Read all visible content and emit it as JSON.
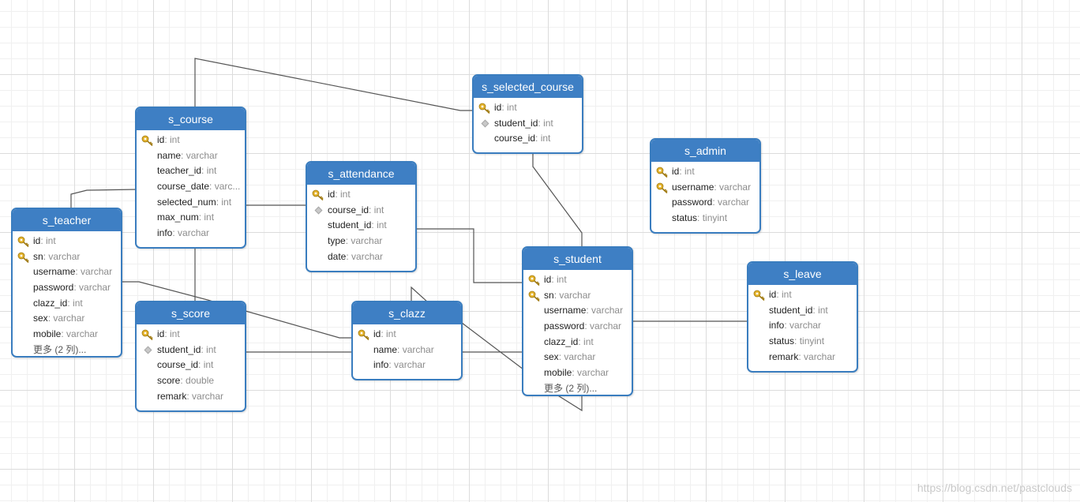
{
  "tables": {
    "s_selected_course": {
      "name": "s_selected_course",
      "columns": [
        {
          "name": "id",
          "type": "int",
          "key": "pk"
        },
        {
          "name": "student_id",
          "type": "int",
          "key": "fk"
        },
        {
          "name": "course_id",
          "type": "int",
          "key": ""
        }
      ]
    },
    "s_course": {
      "name": "s_course",
      "columns": [
        {
          "name": "id",
          "type": "int",
          "key": "pk"
        },
        {
          "name": "name",
          "type": "varchar",
          "key": ""
        },
        {
          "name": "teacher_id",
          "type": "int",
          "key": ""
        },
        {
          "name": "course_date",
          "type": "varc...",
          "key": ""
        },
        {
          "name": "selected_num",
          "type": "int",
          "key": ""
        },
        {
          "name": "max_num",
          "type": "int",
          "key": ""
        },
        {
          "name": "info",
          "type": "varchar",
          "key": ""
        }
      ]
    },
    "s_attendance": {
      "name": "s_attendance",
      "columns": [
        {
          "name": "id",
          "type": "int",
          "key": "pk"
        },
        {
          "name": "course_id",
          "type": "int",
          "key": "fk"
        },
        {
          "name": "student_id",
          "type": "int",
          "key": ""
        },
        {
          "name": "type",
          "type": "varchar",
          "key": ""
        },
        {
          "name": "date",
          "type": "varchar",
          "key": ""
        }
      ]
    },
    "s_admin": {
      "name": "s_admin",
      "columns": [
        {
          "name": "id",
          "type": "int",
          "key": "pk"
        },
        {
          "name": "username",
          "type": "varchar",
          "key": "pk"
        },
        {
          "name": "password",
          "type": "varchar",
          "key": ""
        },
        {
          "name": "status",
          "type": "tinyint",
          "key": ""
        }
      ]
    },
    "s_teacher": {
      "name": "s_teacher",
      "columns": [
        {
          "name": "id",
          "type": "int",
          "key": "pk"
        },
        {
          "name": "sn",
          "type": "varchar",
          "key": "pk"
        },
        {
          "name": "username",
          "type": "varchar",
          "key": ""
        },
        {
          "name": "password",
          "type": "varchar",
          "key": ""
        },
        {
          "name": "clazz_id",
          "type": "int",
          "key": ""
        },
        {
          "name": "sex",
          "type": "varchar",
          "key": ""
        },
        {
          "name": "mobile",
          "type": "varchar",
          "key": ""
        }
      ],
      "more": "更多 (2 列)..."
    },
    "s_student": {
      "name": "s_student",
      "columns": [
        {
          "name": "id",
          "type": "int",
          "key": "pk"
        },
        {
          "name": "sn",
          "type": "varchar",
          "key": "pk"
        },
        {
          "name": "username",
          "type": "varchar",
          "key": ""
        },
        {
          "name": "password",
          "type": "varchar",
          "key": ""
        },
        {
          "name": "clazz_id",
          "type": "int",
          "key": ""
        },
        {
          "name": "sex",
          "type": "varchar",
          "key": ""
        },
        {
          "name": "mobile",
          "type": "varchar",
          "key": ""
        }
      ],
      "more": "更多 (2 列)..."
    },
    "s_leave": {
      "name": "s_leave",
      "columns": [
        {
          "name": "id",
          "type": "int",
          "key": "pk"
        },
        {
          "name": "student_id",
          "type": "int",
          "key": ""
        },
        {
          "name": "info",
          "type": "varchar",
          "key": ""
        },
        {
          "name": "status",
          "type": "tinyint",
          "key": ""
        },
        {
          "name": "remark",
          "type": "varchar",
          "key": ""
        }
      ]
    },
    "s_score": {
      "name": "s_score",
      "columns": [
        {
          "name": "id",
          "type": "int",
          "key": "pk"
        },
        {
          "name": "student_id",
          "type": "int",
          "key": "fk"
        },
        {
          "name": "course_id",
          "type": "int",
          "key": ""
        },
        {
          "name": "score",
          "type": "double",
          "key": ""
        },
        {
          "name": "remark",
          "type": "varchar",
          "key": ""
        }
      ]
    },
    "s_clazz": {
      "name": "s_clazz",
      "columns": [
        {
          "name": "id",
          "type": "int",
          "key": "pk"
        },
        {
          "name": "name",
          "type": "varchar",
          "key": ""
        },
        {
          "name": "info",
          "type": "varchar",
          "key": ""
        }
      ]
    }
  },
  "colors": {
    "header": "#3e7fc4",
    "border": "#3a7dbf",
    "type_text": "#8c8c8c",
    "line": "#555555",
    "key_icon": "#e3b22b"
  },
  "watermark": "https://blog.csdn.net/pastclouds"
}
